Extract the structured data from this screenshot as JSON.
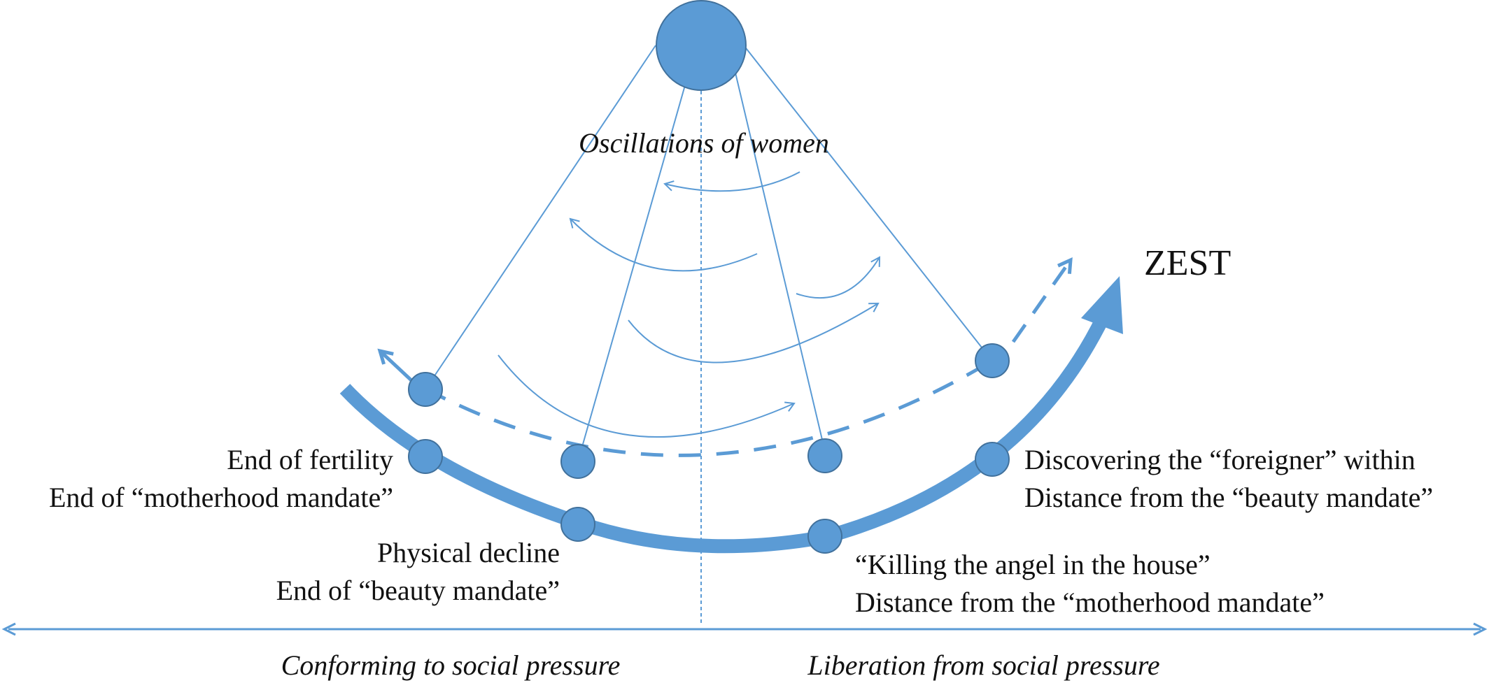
{
  "title": "Oscillations of women",
  "zest_label": "ZEST",
  "left_stage_1": {
    "line1": "End of fertility",
    "line2": "End of “motherhood mandate”"
  },
  "left_stage_2": {
    "line1": "Physical decline",
    "line2": "End of “beauty mandate”"
  },
  "right_stage_1": {
    "line1": "Discovering the “foreigner” within",
    "line2": "Distance from the “beauty mandate”"
  },
  "right_stage_2": {
    "line1": "“Killing the angel in the house”",
    "line2": "Distance from the “motherhood mandate”"
  },
  "axis": {
    "left_label": "Conforming to social pressure",
    "right_label": "Liberation from social pressure"
  },
  "colors": {
    "primary": "#5b9bd5",
    "node_stroke": "#41719c",
    "text": "#111111"
  }
}
